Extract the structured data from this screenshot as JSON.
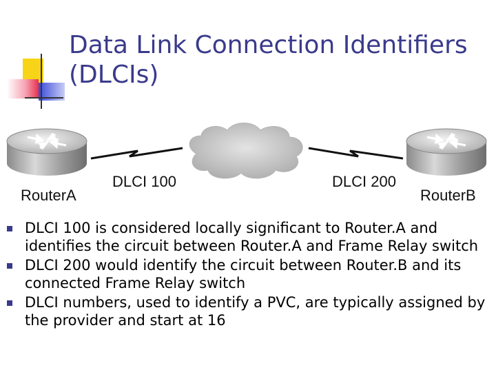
{
  "slide": {
    "title_line1": "Data Link Connection Identifiers",
    "title_line2": "(DLCIs)"
  },
  "diagram": {
    "router_a_label": "RouterA",
    "router_b_label": "RouterB",
    "dlci_left_label": "DLCI 100",
    "dlci_right_label": "DLCI 200"
  },
  "bullets": [
    "DLCI 100 is considered locally significant to Router.A and identifies the circuit between Router.A and Frame Relay switch",
    "DLCI 200 would identify the circuit between Router.B and its connected Frame Relay switch",
    "DLCI numbers, used to identify a PVC, are typically assigned by the provider and start at 16"
  ],
  "colors": {
    "title": "#3a3a8c",
    "bullet": "#3a3a8c",
    "logo_yellow": "#f7d417",
    "logo_red": "#e8304a",
    "logo_blue": "#3b4bd8"
  }
}
